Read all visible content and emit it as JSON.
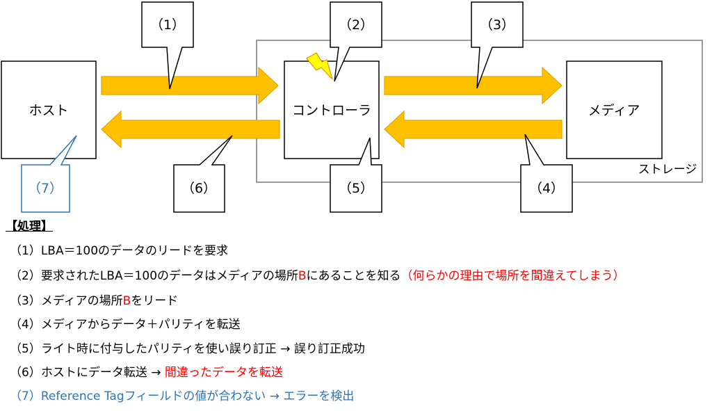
{
  "diagram": {
    "host_label": "ホスト",
    "controller_label": "コントローラ",
    "media_label": "メディア",
    "storage_label": "ストレージ",
    "callouts": [
      "（1）",
      "（2）",
      "（3）",
      "（4）",
      "（5）",
      "（6）",
      "（7）"
    ],
    "icons": [
      "lightning-bolt-icon"
    ]
  },
  "process": {
    "heading": "【処理】",
    "steps": [
      {
        "parts": [
          {
            "text": "（1）LBA＝100のデータのリードを要求",
            "color": "#000000"
          }
        ]
      },
      {
        "parts": [
          {
            "text": "（2）要求されたLBA＝100のデータはメディアの場所",
            "color": "#000000"
          },
          {
            "text": "B",
            "color": "#FF0000"
          },
          {
            "text": "にあることを知る",
            "color": "#000000"
          },
          {
            "text": "（何らかの理由で場所を間違えてしまう）",
            "color": "#FF0000"
          }
        ]
      },
      {
        "parts": [
          {
            "text": "（3）メディアの場所",
            "color": "#000000"
          },
          {
            "text": "B",
            "color": "#FF0000"
          },
          {
            "text": "をリード",
            "color": "#000000"
          }
        ]
      },
      {
        "parts": [
          {
            "text": "（4）メディアからデータ＋パリティを転送",
            "color": "#000000"
          }
        ]
      },
      {
        "parts": [
          {
            "text": "（5）ライト時に付与したパリティを使い誤り訂正 → 誤り訂正成功",
            "color": "#000000"
          }
        ]
      },
      {
        "parts": [
          {
            "text": "（6）ホストにデータ転送 → ",
            "color": "#000000"
          },
          {
            "text": "間違ったデータを転送",
            "color": "#FF0000"
          }
        ]
      },
      {
        "parts": [
          {
            "text": "（7）Reference Tagフィールドの値が合わない → エラーを検出",
            "color": "#2E75B6"
          }
        ]
      }
    ]
  },
  "colors": {
    "text": "#000000",
    "highlight_red": "#FF0000",
    "highlight_blue": "#2E75B6",
    "arrow_fill": "#FFC000",
    "arrow_stroke": "#E3A600",
    "lightning_fill": "#FFFF00",
    "lightning_stroke": "#E69500",
    "storage_outline": "#595959"
  }
}
